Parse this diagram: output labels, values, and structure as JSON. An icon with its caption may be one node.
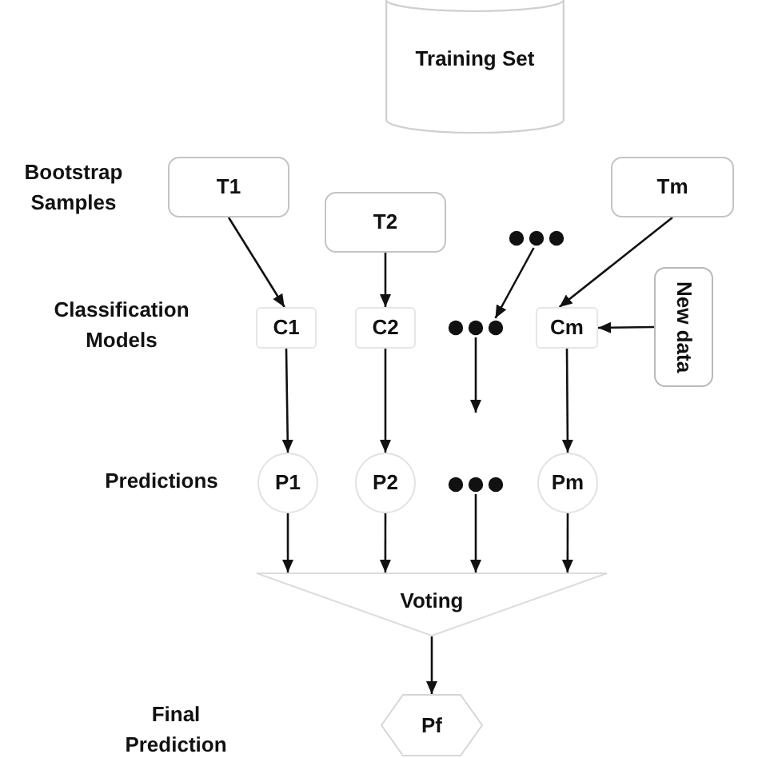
{
  "diagram": {
    "nodes": [
      {
        "text": [
          "Training Set"
        ]
      },
      {
        "text": [
          "T1"
        ]
      },
      {
        "text": [
          "T2"
        ]
      },
      {
        "text": [],
        "shape": "dots"
      },
      {
        "text": [
          "Tm"
        ]
      },
      {
        "text": [
          "C1"
        ]
      },
      {
        "text": [
          "C2"
        ]
      },
      {
        "text": [],
        "shape": "dots"
      },
      {
        "text": [
          "Cm"
        ]
      },
      {
        "text": [
          "New data"
        ]
      },
      {
        "text": [
          "P1"
        ]
      },
      {
        "text": [
          "P2"
        ]
      },
      {
        "text": [],
        "shape": "dots"
      },
      {
        "text": [
          "Pm"
        ]
      },
      {
        "text": [
          "Voting"
        ]
      },
      {
        "text": [
          "Pf"
        ]
      }
    ],
    "edges": [
      {
        "from": 1,
        "to": 5,
        "arrow": "to"
      },
      {
        "from": 2,
        "to": 6,
        "arrow": "to"
      },
      {
        "from": 3,
        "to": 7,
        "arrow": "to"
      },
      {
        "from": 4,
        "to": 8,
        "arrow": "to"
      },
      {
        "from": 9,
        "to": 8,
        "arrow": "to"
      },
      {
        "from": 5,
        "to": 10,
        "arrow": "to"
      },
      {
        "from": 6,
        "to": 11,
        "arrow": "to"
      },
      {
        "from": 7,
        "to": null,
        "arrow": "to"
      },
      {
        "from": 8,
        "to": 13,
        "arrow": "to"
      },
      {
        "from": 10,
        "to": 14,
        "arrow": "to"
      },
      {
        "from": 11,
        "to": 14,
        "arrow": "to"
      },
      {
        "from": 12,
        "to": 14,
        "arrow": "to"
      },
      {
        "from": 13,
        "to": 14,
        "arrow": "to"
      },
      {
        "from": 14,
        "to": 15,
        "arrow": "to"
      }
    ],
    "labels": [
      "Bootstrap Samples",
      "Classification Models",
      "Predictions",
      "Final Prediction"
    ]
  }
}
